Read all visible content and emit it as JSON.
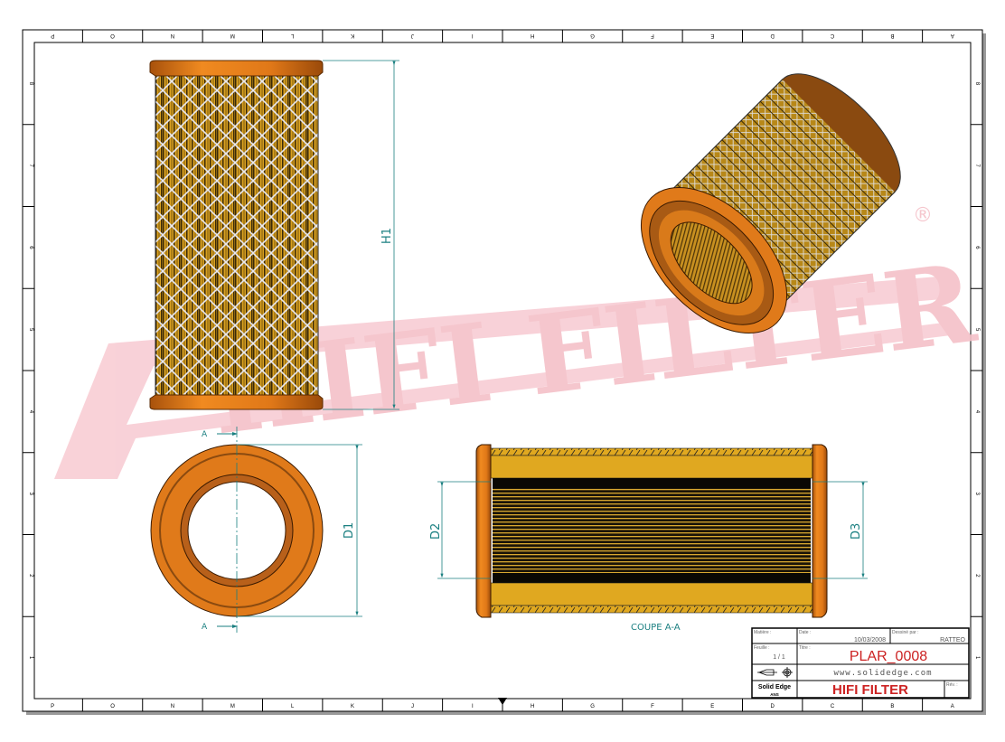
{
  "sheet": {
    "columns_bottom": [
      "P",
      "O",
      "N",
      "M",
      "L",
      "K",
      "J",
      "I",
      "H",
      "G",
      "F",
      "E",
      "D",
      "C",
      "B",
      "A"
    ],
    "columns_top": [
      "P",
      "O",
      "N",
      "M",
      "L",
      "K",
      "J",
      "I",
      "H",
      "G",
      "F",
      "E",
      "D",
      "C",
      "B",
      "A"
    ],
    "rows": [
      "8",
      "7",
      "6",
      "5",
      "4",
      "3",
      "2",
      "1"
    ]
  },
  "watermark": {
    "text": "HIFI FILTER",
    "mark": "®",
    "color": "#f5c0c8"
  },
  "views": {
    "front": {
      "dimension_label": "H1"
    },
    "end": {
      "dimension_label": "D1",
      "section_marker_top": "A",
      "section_marker_bottom": "A"
    },
    "section": {
      "title": "COUPE A-A",
      "dimension_left": "D2",
      "dimension_right": "D3"
    }
  },
  "title_block": {
    "material_label": "Matière :",
    "date_label": "Date :",
    "date_value": "10/03/2008",
    "drawn_by_label": "Dessiné par :",
    "drawn_by_value": "RATTEO",
    "sheet_label": "Feuille :",
    "sheet_value": "1 / 1",
    "title_label": "Titre :",
    "title_value": "PLAR_0008",
    "url": "www.solidedge.com",
    "software": "Solid Edge",
    "software_sub": "ANS",
    "company": "HIFI FILTER",
    "revision_label": "Rév. :"
  },
  "colors": {
    "dimension": "#1a7f80",
    "cap_orange": "#e07a1a",
    "media_yellow": "#e0a820",
    "title_red": "#cc2222"
  }
}
